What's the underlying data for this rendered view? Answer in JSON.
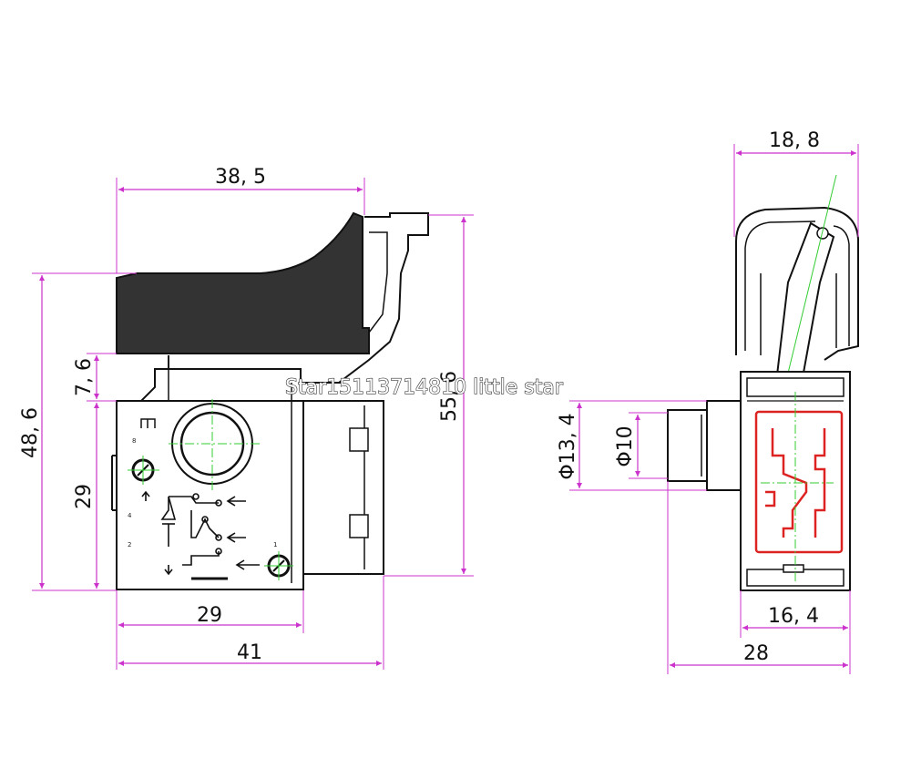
{
  "colors": {
    "dimension": "#cc33cc",
    "center": "#33cc33",
    "outline": "#111111",
    "body_fill": "#333333",
    "symbol": "#dd2222"
  },
  "watermark": "Star15113714810 little star",
  "side_view": {
    "dims": {
      "top_width": "38, 5",
      "total_height": "48, 6",
      "trigger_travel": "7, 6",
      "body_height": "29",
      "right_height": "55, 6",
      "base_width": "29",
      "total_width": "41"
    },
    "terminal_labels": [
      "8",
      "4",
      "2",
      "1"
    ]
  },
  "end_view": {
    "dims": {
      "top_width": "18, 8",
      "outer_diameter": "Φ13, 4",
      "inner_diameter": "Φ10",
      "base_width": "16, 4",
      "total_width": "28"
    }
  }
}
